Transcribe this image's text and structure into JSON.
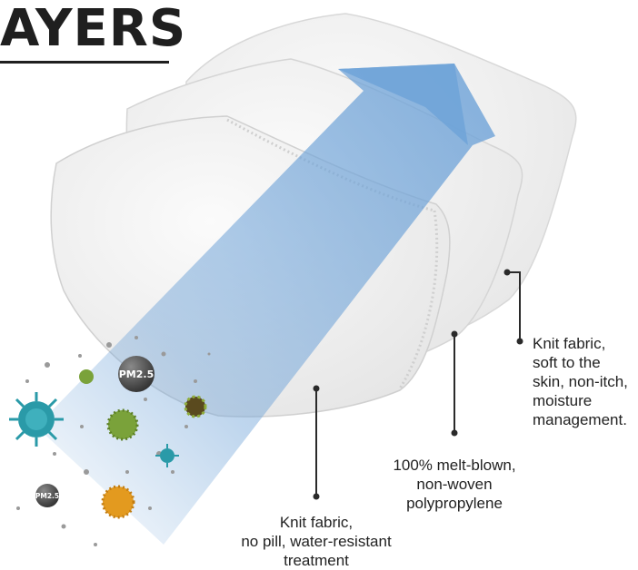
{
  "header": {
    "title": "AYERS"
  },
  "badges": {
    "pm_large": "PM2.5",
    "pm_small": "PM2.5"
  },
  "labels": {
    "outer": [
      "Knit fabric,",
      "soft to the",
      "skin, non-itch,",
      "moisture",
      "management."
    ],
    "middle": [
      "100% melt-blown,",
      "non-woven",
      "polypropylene"
    ],
    "inner": [
      "Knit fabric,",
      "no pill, water-resistant",
      "treatment"
    ]
  },
  "colors": {
    "arrow": "#6fa3d8",
    "mask": "#f3f3f3",
    "text": "#222222",
    "virus_teal": "#2a9aa8",
    "pollen_green": "#7aa23a",
    "pollen_orange": "#e39a1f"
  }
}
